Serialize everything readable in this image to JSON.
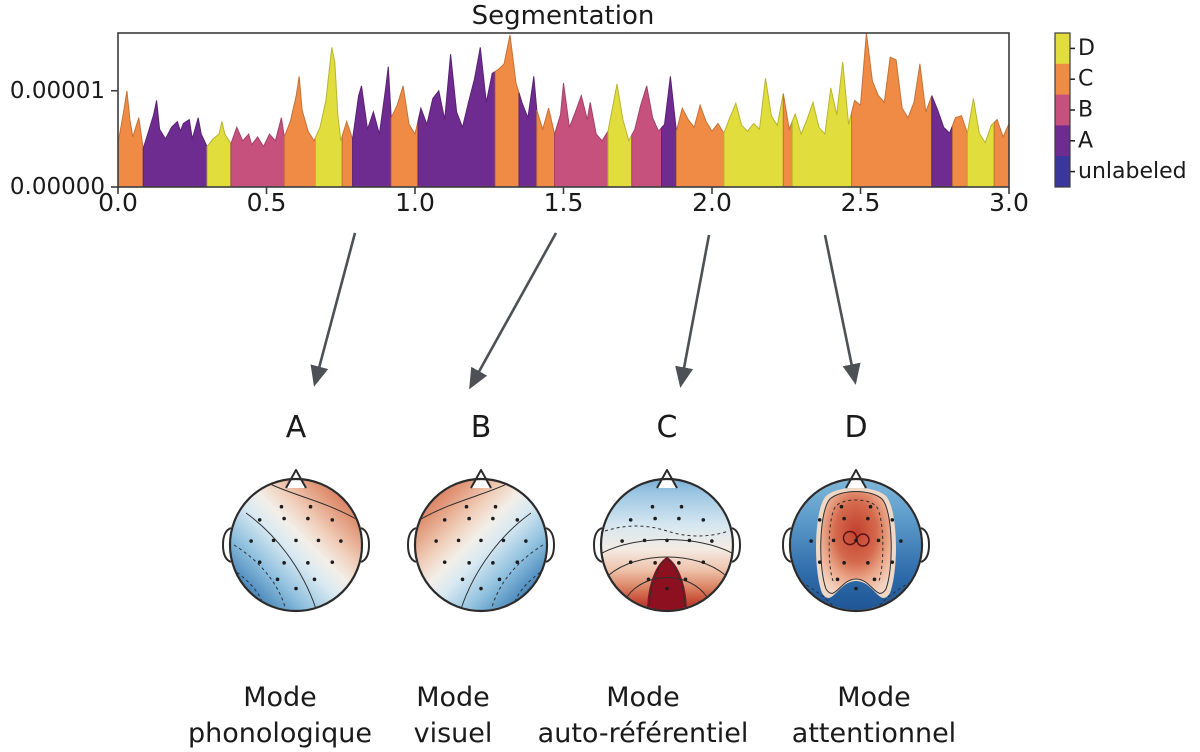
{
  "chart_data": {
    "type": "area",
    "title": "Segmentation",
    "x_tick_labels": [
      "0.0",
      "0.5",
      "1.0",
      "1.5",
      "2.0",
      "2.5",
      "3.0"
    ],
    "x_tick_values": [
      0,
      0.5,
      1,
      1.5,
      2,
      2.5,
      3
    ],
    "xlim": [
      0,
      3
    ],
    "y_tick_labels": [
      "0.00000",
      "0.00001"
    ],
    "y_tick_values_1e5": [
      0,
      1
    ],
    "ylim_1e5": [
      0,
      1.6
    ],
    "grid": false,
    "legend_position": "right-colorbar",
    "classes": [
      {
        "label": "D",
        "color": "#e0dd3c"
      },
      {
        "label": "C",
        "color": "#ef8b45"
      },
      {
        "label": "B",
        "color": "#c6517c"
      },
      {
        "label": "A",
        "color": "#6e2b90"
      },
      {
        "label": "unlabeled",
        "color": "#39379c"
      }
    ],
    "segments": [
      [
        0.0,
        0.085,
        "C"
      ],
      [
        0.085,
        0.3,
        "A"
      ],
      [
        0.3,
        0.38,
        "D"
      ],
      [
        0.38,
        0.56,
        "B"
      ],
      [
        0.56,
        0.665,
        "C"
      ],
      [
        0.665,
        0.755,
        "D"
      ],
      [
        0.755,
        0.79,
        "C"
      ],
      [
        0.79,
        0.92,
        "A"
      ],
      [
        0.92,
        1.01,
        "C"
      ],
      [
        1.01,
        1.27,
        "A"
      ],
      [
        1.27,
        1.35,
        "C"
      ],
      [
        1.35,
        1.41,
        "A"
      ],
      [
        1.41,
        1.47,
        "C"
      ],
      [
        1.47,
        1.65,
        "B"
      ],
      [
        1.65,
        1.73,
        "D"
      ],
      [
        1.73,
        1.83,
        "B"
      ],
      [
        1.83,
        1.88,
        "A"
      ],
      [
        1.88,
        2.04,
        "C"
      ],
      [
        2.04,
        2.24,
        "D"
      ],
      [
        2.24,
        2.27,
        "C"
      ],
      [
        2.27,
        2.47,
        "D"
      ],
      [
        2.47,
        2.74,
        "C"
      ],
      [
        2.74,
        2.81,
        "A"
      ],
      [
        2.81,
        2.86,
        "C"
      ],
      [
        2.86,
        2.95,
        "D"
      ],
      [
        2.95,
        3.0,
        "C"
      ]
    ],
    "gfp_unit_1e5": true,
    "gfp": [
      [
        0.0,
        0.45
      ],
      [
        0.02,
        0.8
      ],
      [
        0.03,
        1.0
      ],
      [
        0.04,
        0.7
      ],
      [
        0.05,
        0.52
      ],
      [
        0.06,
        0.62
      ],
      [
        0.07,
        0.72
      ],
      [
        0.085,
        0.4
      ],
      [
        0.1,
        0.55
      ],
      [
        0.12,
        0.75
      ],
      [
        0.13,
        0.9
      ],
      [
        0.14,
        0.6
      ],
      [
        0.16,
        0.5
      ],
      [
        0.18,
        0.62
      ],
      [
        0.2,
        0.68
      ],
      [
        0.21,
        0.58
      ],
      [
        0.22,
        0.66
      ],
      [
        0.24,
        0.7
      ],
      [
        0.25,
        0.5
      ],
      [
        0.27,
        0.72
      ],
      [
        0.28,
        0.55
      ],
      [
        0.3,
        0.42
      ],
      [
        0.32,
        0.5
      ],
      [
        0.34,
        0.55
      ],
      [
        0.35,
        0.68
      ],
      [
        0.36,
        0.55
      ],
      [
        0.38,
        0.45
      ],
      [
        0.4,
        0.62
      ],
      [
        0.42,
        0.48
      ],
      [
        0.44,
        0.55
      ],
      [
        0.45,
        0.44
      ],
      [
        0.47,
        0.52
      ],
      [
        0.49,
        0.42
      ],
      [
        0.51,
        0.55
      ],
      [
        0.53,
        0.48
      ],
      [
        0.55,
        0.72
      ],
      [
        0.56,
        0.52
      ],
      [
        0.58,
        0.68
      ],
      [
        0.6,
        0.95
      ],
      [
        0.61,
        1.15
      ],
      [
        0.62,
        0.8
      ],
      [
        0.64,
        0.58
      ],
      [
        0.66,
        0.48
      ],
      [
        0.68,
        0.62
      ],
      [
        0.7,
        0.9
      ],
      [
        0.72,
        1.45
      ],
      [
        0.73,
        1.3
      ],
      [
        0.74,
        0.75
      ],
      [
        0.75,
        0.48
      ],
      [
        0.77,
        0.68
      ],
      [
        0.79,
        0.5
      ],
      [
        0.81,
        0.95
      ],
      [
        0.82,
        1.05
      ],
      [
        0.84,
        0.6
      ],
      [
        0.86,
        0.78
      ],
      [
        0.88,
        0.55
      ],
      [
        0.9,
        1.0
      ],
      [
        0.91,
        1.25
      ],
      [
        0.92,
        0.72
      ],
      [
        0.94,
        0.85
      ],
      [
        0.96,
        1.05
      ],
      [
        0.98,
        0.65
      ],
      [
        1.0,
        0.55
      ],
      [
        1.02,
        0.82
      ],
      [
        1.04,
        0.65
      ],
      [
        1.06,
        0.92
      ],
      [
        1.08,
        1.0
      ],
      [
        1.1,
        0.7
      ],
      [
        1.12,
        1.38
      ],
      [
        1.14,
        0.78
      ],
      [
        1.16,
        0.62
      ],
      [
        1.18,
        0.88
      ],
      [
        1.2,
        1.12
      ],
      [
        1.22,
        1.45
      ],
      [
        1.24,
        0.88
      ],
      [
        1.26,
        1.18
      ],
      [
        1.28,
        1.22
      ],
      [
        1.3,
        1.28
      ],
      [
        1.32,
        1.58
      ],
      [
        1.34,
        1.08
      ],
      [
        1.36,
        0.88
      ],
      [
        1.38,
        0.72
      ],
      [
        1.4,
        1.15
      ],
      [
        1.41,
        0.8
      ],
      [
        1.43,
        0.6
      ],
      [
        1.45,
        0.82
      ],
      [
        1.47,
        0.55
      ],
      [
        1.49,
        0.75
      ],
      [
        1.5,
        1.08
      ],
      [
        1.52,
        0.62
      ],
      [
        1.54,
        0.78
      ],
      [
        1.56,
        0.95
      ],
      [
        1.58,
        0.7
      ],
      [
        1.59,
        0.88
      ],
      [
        1.61,
        0.55
      ],
      [
        1.63,
        0.48
      ],
      [
        1.65,
        0.58
      ],
      [
        1.68,
        1.07
      ],
      [
        1.7,
        0.7
      ],
      [
        1.72,
        0.48
      ],
      [
        1.74,
        0.6
      ],
      [
        1.76,
        0.85
      ],
      [
        1.78,
        1.05
      ],
      [
        1.8,
        0.72
      ],
      [
        1.82,
        0.58
      ],
      [
        1.84,
        0.65
      ],
      [
        1.86,
        1.15
      ],
      [
        1.88,
        0.58
      ],
      [
        1.9,
        0.82
      ],
      [
        1.92,
        0.7
      ],
      [
        1.94,
        0.62
      ],
      [
        1.96,
        0.85
      ],
      [
        1.98,
        0.68
      ],
      [
        2.0,
        0.58
      ],
      [
        2.02,
        0.66
      ],
      [
        2.04,
        0.56
      ],
      [
        2.06,
        0.72
      ],
      [
        2.08,
        0.87
      ],
      [
        2.1,
        0.64
      ],
      [
        2.12,
        0.58
      ],
      [
        2.14,
        0.66
      ],
      [
        2.16,
        0.6
      ],
      [
        2.18,
        1.13
      ],
      [
        2.2,
        0.74
      ],
      [
        2.22,
        0.64
      ],
      [
        2.24,
        0.97
      ],
      [
        2.26,
        0.6
      ],
      [
        2.28,
        0.76
      ],
      [
        2.3,
        0.55
      ],
      [
        2.32,
        0.7
      ],
      [
        2.34,
        0.88
      ],
      [
        2.36,
        0.62
      ],
      [
        2.38,
        0.55
      ],
      [
        2.4,
        1.03
      ],
      [
        2.42,
        0.75
      ],
      [
        2.44,
        1.3
      ],
      [
        2.46,
        0.65
      ],
      [
        2.48,
        0.9
      ],
      [
        2.5,
        0.85
      ],
      [
        2.52,
        1.6
      ],
      [
        2.54,
        1.1
      ],
      [
        2.56,
        0.95
      ],
      [
        2.58,
        0.88
      ],
      [
        2.6,
        1.35
      ],
      [
        2.62,
        1.32
      ],
      [
        2.64,
        0.82
      ],
      [
        2.66,
        0.72
      ],
      [
        2.68,
        0.88
      ],
      [
        2.7,
        1.28
      ],
      [
        2.72,
        0.78
      ],
      [
        2.74,
        0.95
      ],
      [
        2.76,
        0.8
      ],
      [
        2.78,
        0.62
      ],
      [
        2.8,
        0.56
      ],
      [
        2.82,
        0.72
      ],
      [
        2.84,
        0.74
      ],
      [
        2.86,
        0.56
      ],
      [
        2.88,
        0.92
      ],
      [
        2.9,
        0.56
      ],
      [
        2.92,
        0.46
      ],
      [
        2.94,
        0.64
      ],
      [
        2.96,
        0.7
      ],
      [
        2.98,
        0.52
      ],
      [
        3.0,
        0.66
      ]
    ]
  },
  "arrows": {
    "color": "#4d5156"
  },
  "modes": [
    {
      "letter": "A",
      "mode_line1": "Mode",
      "mode_line2": "phonologique",
      "topo": {
        "pattern": "diag-right",
        "hot": "#b03527",
        "cold": "#17497f"
      }
    },
    {
      "letter": "B",
      "mode_line1": "Mode",
      "mode_line2": "visuel",
      "topo": {
        "pattern": "diag-left",
        "hot": "#b03527",
        "cold": "#17497f"
      }
    },
    {
      "letter": "C",
      "mode_line1": "Mode",
      "mode_line2": "auto-référentiel",
      "topo": {
        "pattern": "occipital",
        "hot": "#7f0d1d",
        "cold": "#4d92c6"
      }
    },
    {
      "letter": "D",
      "mode_line1": "Mode",
      "mode_line2": "attentionnel",
      "topo": {
        "pattern": "frontal",
        "hot": "#c2402e",
        "cold": "#1c4f8e"
      }
    }
  ]
}
